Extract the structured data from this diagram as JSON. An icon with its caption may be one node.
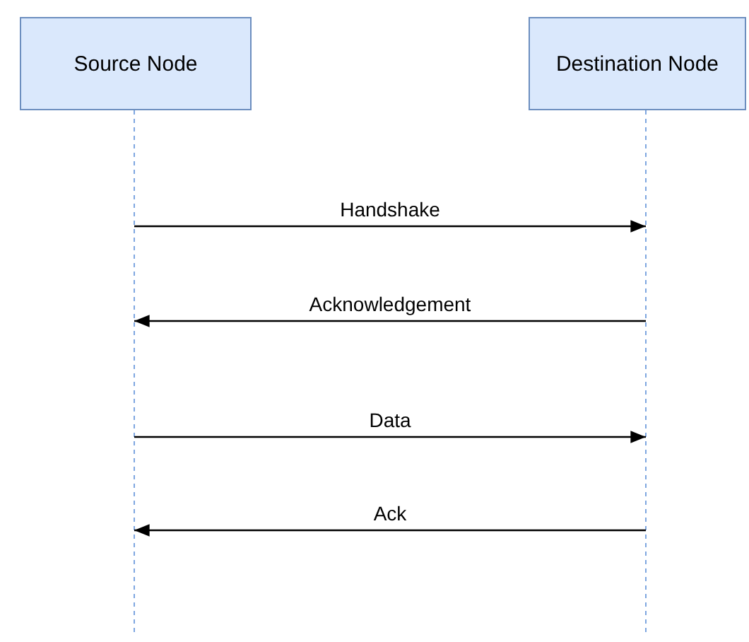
{
  "diagram": {
    "nodes": [
      {
        "text": [
          "Source Node"
        ]
      },
      {
        "text": [
          "Destination Node"
        ]
      }
    ],
    "edges": [
      {
        "from": 0,
        "to": 1,
        "arrow": "to",
        "label": "Handshake"
      },
      {
        "from": 1,
        "to": 0,
        "arrow": "to",
        "label": "Acknowledgement"
      },
      {
        "from": 0,
        "to": 1,
        "arrow": "to",
        "label": "Data"
      },
      {
        "from": 1,
        "to": 0,
        "arrow": "to",
        "label": "Ack"
      }
    ]
  }
}
